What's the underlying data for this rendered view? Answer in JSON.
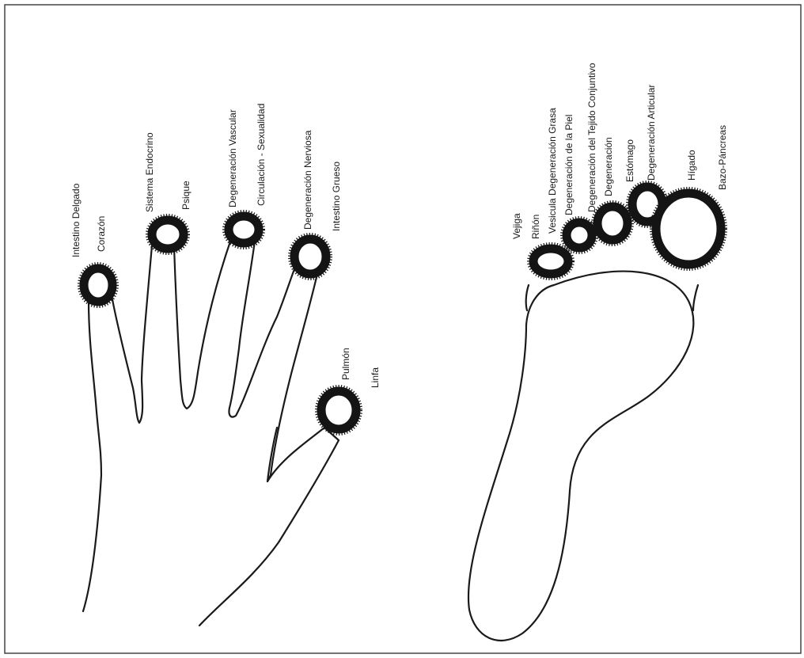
{
  "colors": {
    "ink": "#1a1a1a",
    "paper": "#ffffff",
    "border": "#444444"
  },
  "hand": {
    "labels": {
      "intestino_delgado": "Intestino Delgado",
      "corazon": "Corazón",
      "sistema_endocrino": "Sistema Endocrino",
      "psique": "Psique",
      "degeneracion_vascular": "Degeneración Vascular",
      "circulacion_sexualidad": "Circulación - Sexualidad",
      "degeneracion_nerviosa": "Degeneración Nerviosa",
      "intestino_grueso": "Intestino Grueso",
      "pulmon": "Pulmón",
      "linfa": "Linfa"
    }
  },
  "foot": {
    "labels": {
      "vejiga": "Vejiga",
      "rinon": "Riñón",
      "vesicula_grasa": "Vesicula Degeneración Grasa",
      "degeneracion_piel": "Degeneración de la Piel",
      "degeneracion_tejido": "Degeneración del Tejido Conjuntivo",
      "degeneracion": "Degeneración",
      "estomago": "Estómago",
      "degeneracion_articular": "Degeneración Articular",
      "higado": "Hígado",
      "bazo_pancreas": "Bazo-Páncreas"
    }
  }
}
